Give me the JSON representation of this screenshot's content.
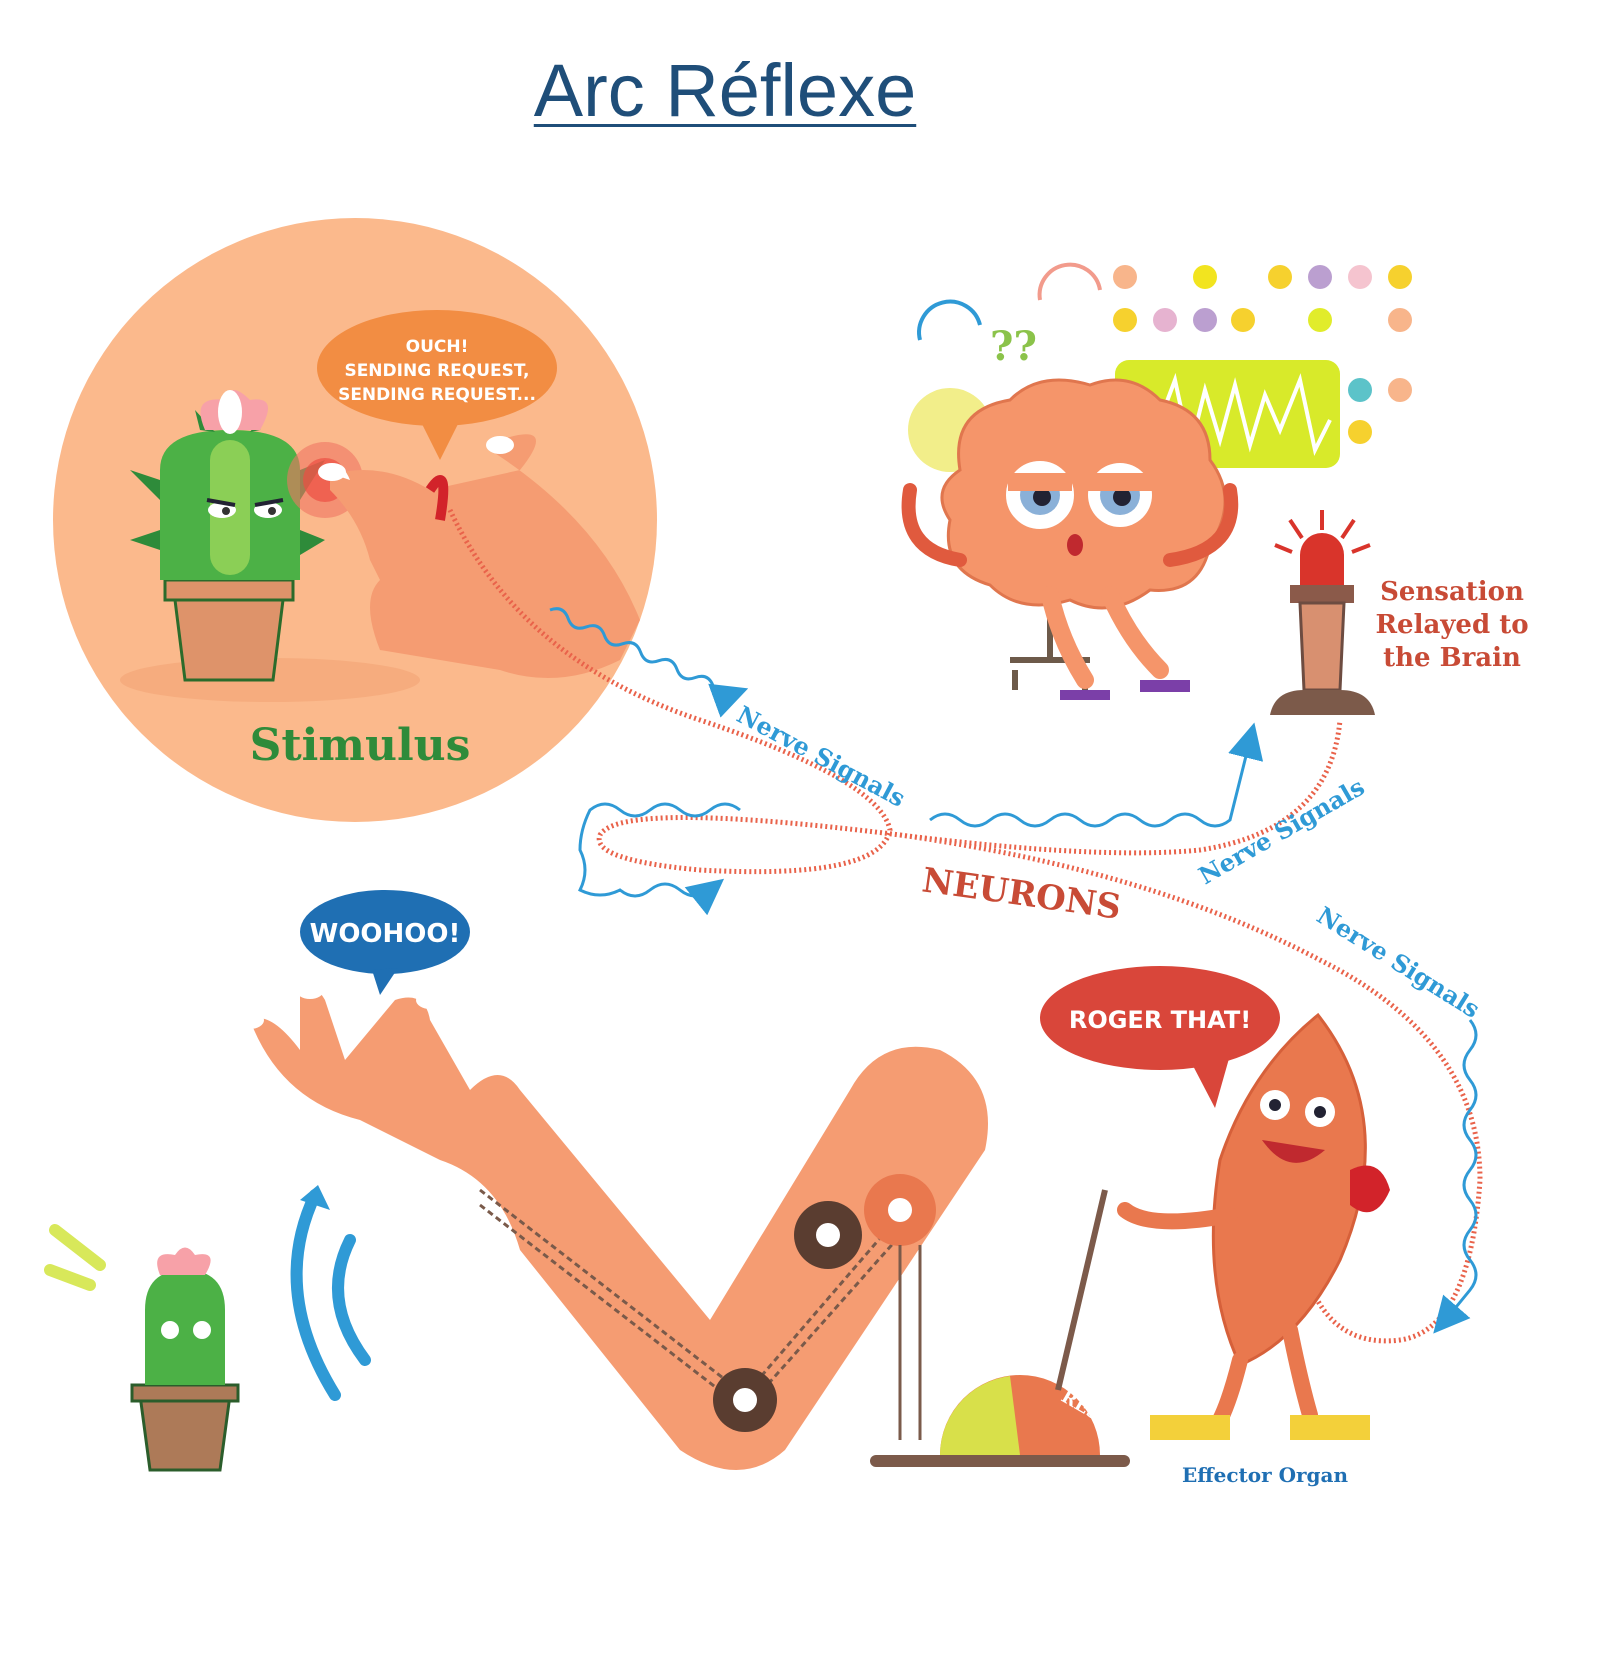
{
  "title": "Arc Réflexe",
  "labels": {
    "stimulus": "Stimulus",
    "neurons": "NEURONS",
    "sensation": [
      "Sensation",
      "Relayed to",
      "the Brain"
    ],
    "nerve_signals": "Nerve Signals",
    "effector_organ": "Effector Organ",
    "response": "RESPONSE"
  },
  "bubbles": {
    "ouch": [
      "OUCH!",
      "SENDING REQUEST,",
      "SENDING REQUEST..."
    ],
    "woohoo": "WOOHOO!",
    "roger": "ROGER THAT!"
  },
  "colors": {
    "title": "#1f4e79",
    "stimulus_green": "#2e8b3a",
    "neuron_red": "#c84b36",
    "signal_blue": "#2f9ad6",
    "skin": "#f59c72",
    "circle_bg": "#fbb98c"
  }
}
